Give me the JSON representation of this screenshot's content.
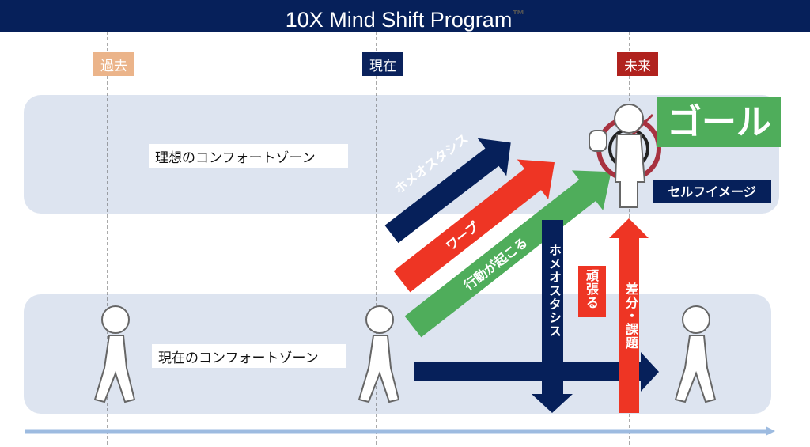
{
  "header": {
    "title": "10X Mind Shift Program",
    "tm": "™"
  },
  "timeline": {
    "past": "過去",
    "present": "現在",
    "future": "未来"
  },
  "zones": {
    "ideal": "理想のコンフォートゾーン",
    "current": "現在のコンフォートゾーン"
  },
  "goal": {
    "label": "ゴール",
    "self_image": "セルフイメージ"
  },
  "arrows": {
    "homeostasis_diag": "ホメオスタシス",
    "warp": "ワープ",
    "action": "行動が起こる",
    "homeostasis_down": "ホメオスタシス",
    "effort": "頑張る",
    "gap": "差分・課題"
  },
  "colors": {
    "navy": "#06205a",
    "red": "#ee3524",
    "green": "#4fad5b",
    "past": "#ebb48a",
    "future": "#b0221e",
    "band": "#dde4f0"
  }
}
